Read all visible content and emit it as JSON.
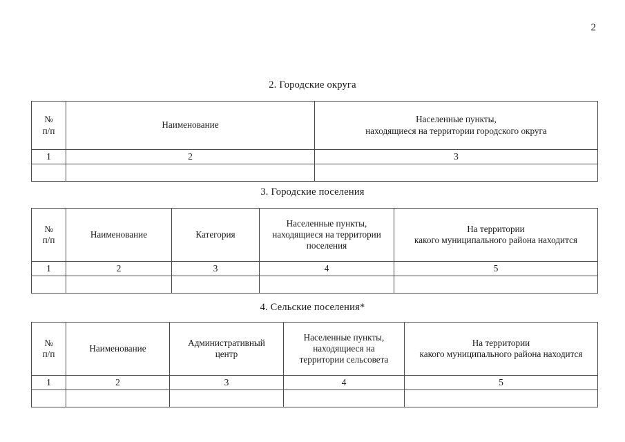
{
  "document": {
    "page_number": "2"
  },
  "sections": [
    {
      "caption": "2. Городские округа",
      "table": {
        "headers": [
          "№\nп/п",
          "Наименование",
          "Населенные пункты,\nнаходящиеся на территории городского округа"
        ],
        "column_numbers": [
          "1",
          "2",
          "3"
        ],
        "blank_row": [
          "",
          "",
          ""
        ]
      }
    },
    {
      "caption": "3.  Городские поселения",
      "table": {
        "headers": [
          "№\nп/п",
          "Наименование",
          "Категория",
          "Населенные пункты,\nнаходящиеся на территории\nпоселения",
          "На территории\nкакого муниципального района находится"
        ],
        "column_numbers": [
          "1",
          "2",
          "3",
          "4",
          "5"
        ],
        "blank_row": [
          "",
          "",
          "",
          "",
          ""
        ]
      }
    },
    {
      "caption": "4. Сельские поселения*",
      "table": {
        "headers": [
          "№\nп/п",
          "Наименование",
          "Административный\nцентр",
          "Населенные пункты,\nнаходящиеся на\nтерритории сельсовета",
          "На территории\nкакого муниципального района находится"
        ],
        "column_numbers": [
          "1",
          "2",
          "3",
          "4",
          "5"
        ],
        "blank_row": [
          "",
          "",
          "",
          "",
          ""
        ]
      }
    }
  ]
}
